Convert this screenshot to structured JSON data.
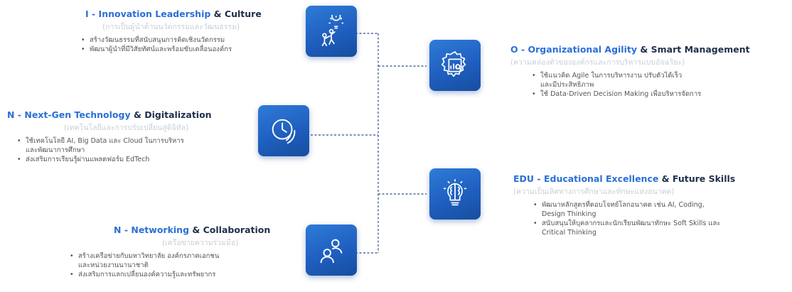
{
  "items": [
    {
      "title_lead": "I - Innovation Leadership",
      "title_tail": " & Culture",
      "subtitle": "(การเป็นผู้นำด้านนวัตกรรมและวัฒนธรรม)",
      "bullets": [
        "สร้างวัฒนธรรมที่สนับสนุนการคิดเชิงนวัตกรรม",
        "พัฒนาผู้นำที่มีวิสัยทัศน์และพร้อมขับเคลื่อนองค์กร"
      ],
      "icon": "leadership-icon"
    },
    {
      "title_lead": "N - Next-Gen Technology",
      "title_tail": " & Digitalization",
      "subtitle": "(เทคโนโลยีและการปรับเปลี่ยนสู่ดิจิทัล)",
      "bullets": [
        "ใช้เทคโนโลยี AI, Big Data และ Cloud ในการบริหาร\nและพัฒนาการศึกษา",
        "ส่งเสริมการเรียนรู้ผ่านแพลตฟอร์ม EdTech"
      ],
      "icon": "clock-icon"
    },
    {
      "title_lead": "N - Networking",
      "title_tail": " & Collaboration",
      "subtitle": "(เครือข่ายความร่วมมือ)",
      "bullets": [
        "สร้างเครือข่ายกับมหาวิทยาลัย องค์กรภาคเอกชน\nและหน่วยงานนานาชาติ",
        "ส่งเสริมการแลกเปลี่ยนองค์ความรู้และทรัพยากร"
      ],
      "icon": "people-icon"
    },
    {
      "title_lead": "O - Organizational Agility",
      "title_tail": " & Smart Management",
      "subtitle": "(ความคล่องตัวขององค์กรและการบริหารแบบอัจฉริยะ)",
      "bullets": [
        "ใช้แนวคิด Agile ในการบริหารงาน ปรับตัวได้เร็ว\nและมีประสิทธิภาพ",
        "ใช้ Data-Driven Decision Making เพื่อบริหารจัดการ"
      ],
      "icon": "analytics-gear-icon"
    },
    {
      "title_lead": "EDU - Educational Excellence",
      "title_tail": " & Future Skills",
      "subtitle": "(ความเป็นเลิศทางการศึกษาและทักษะแห่งอนาคต)",
      "bullets": [
        "พัฒนาหลักสูตรที่ตอบโจทย์โลกอนาคต เช่น AI, Coding,\nDesign Thinking",
        "สนับสนุนให้บุคลากรและนักเรียนพัฒนาทักษะ Soft Skills และ\nCritical Thinking"
      ],
      "icon": "brain-bulb-icon"
    }
  ]
}
